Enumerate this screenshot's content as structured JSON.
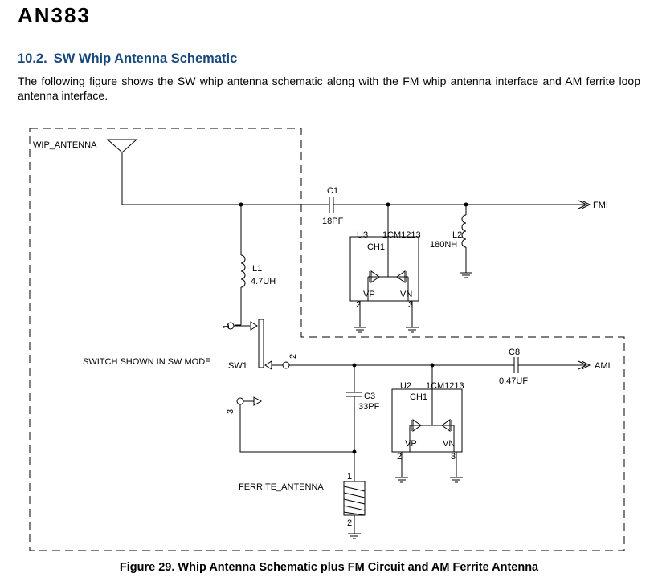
{
  "document": {
    "header": "AN383",
    "section_number": "10.2.",
    "section_title": "SW Whip Antenna Schematic",
    "intro": "The following figure shows the SW whip antenna schematic along with the FM whip antenna interface and AM ferrite loop antenna interface.",
    "caption": "Figure 29. Whip Antenna Schematic plus FM Circuit and AM Ferrite Antenna"
  },
  "schematic": {
    "wip_antenna": "WIP_ANTENNA",
    "c1_ref": "C1",
    "c1_val": "18PF",
    "fmi": "FMI",
    "u3_ref": "U3",
    "u3_part": "CM1213",
    "ch1": "CH1",
    "pin_1": "1",
    "pin_2": "2",
    "pin_3": "3",
    "vp": "VP",
    "vn": "VN",
    "l2_ref": "L2",
    "l2_val": "180NH",
    "l1_ref": "L1",
    "l1_val": "4.7UH",
    "switch_note": "SWITCH SHOWN IN SW MODE",
    "sw1": "SW1",
    "c8_ref": "C8",
    "c8_val": "0.47UF",
    "ami": "AMI",
    "u2_ref": "U2",
    "u2_part": "CM1213",
    "c3_ref": "C3",
    "c3_val": "33PF",
    "ferrite_antenna": "FERRITE_ANTENNA"
  }
}
